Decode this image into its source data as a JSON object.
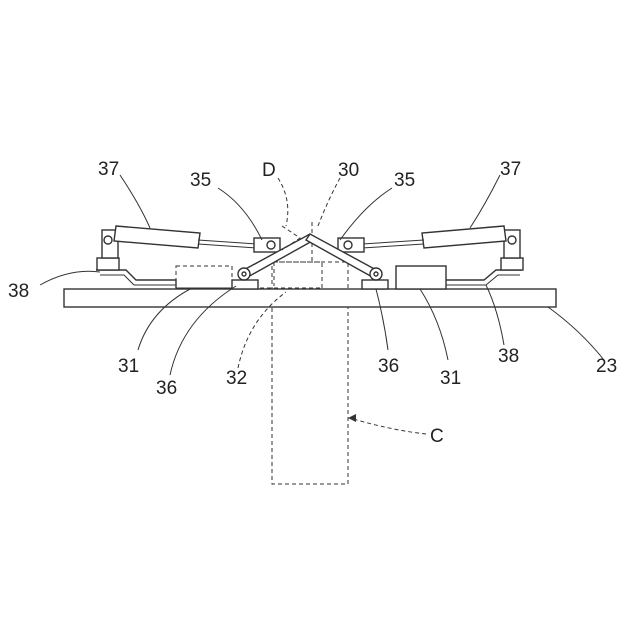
{
  "labels": {
    "l37_left": "37",
    "l37_right": "37",
    "l35_left": "35",
    "l35_right": "35",
    "lD": "D",
    "l30": "30",
    "l38_left": "38",
    "l38_right": "38",
    "l31_left": "31",
    "l31_right": "31",
    "l36_left": "36",
    "l36_right": "36",
    "l32": "32",
    "l23": "23",
    "lC": "C"
  }
}
